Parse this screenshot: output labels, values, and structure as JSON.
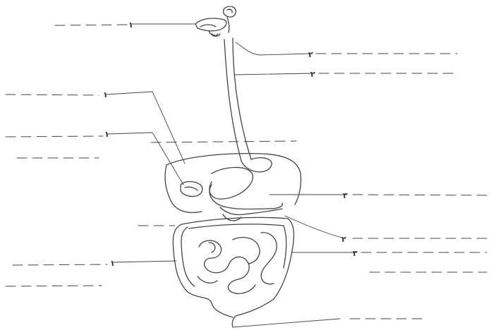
{
  "diagram": {
    "subject": "human digestive system worksheet",
    "label_markers": [
      "١",
      "٢",
      "١",
      "٢",
      "١",
      "٣",
      "١",
      "٢",
      "٣"
    ],
    "ink_color": "#444444",
    "background": "#ffffff"
  }
}
